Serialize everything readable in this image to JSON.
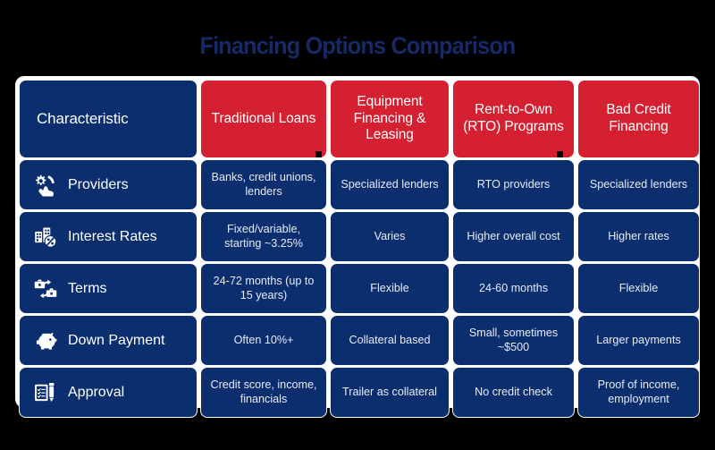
{
  "title": "Financing Options Comparison",
  "colors": {
    "page_background": "#000000",
    "card_background": "#ffffff",
    "navy": "#0b2e6f",
    "red": "#d42030",
    "title_color": "#152a66",
    "text_light": "#e8ecf6"
  },
  "table": {
    "headers": [
      "Characteristic",
      "Traditional Loans",
      "Equipment Financing & Leasing",
      "Rent-to-Own (RTO) Programs",
      "Bad Credit Financing"
    ],
    "rows": [
      {
        "icon": "gear-hand-icon",
        "label": "Providers",
        "values": [
          "Banks, credit unions, lenders",
          "Specialized lenders",
          "RTO providers",
          "Specialized lenders"
        ]
      },
      {
        "icon": "buildings-percent-icon",
        "label": "Interest Rates",
        "values": [
          "Fixed/variable, starting ~3.25%",
          "Varies",
          "Higher overall cost",
          "Higher rates"
        ]
      },
      {
        "icon": "briefcase-exchange-icon",
        "label": "Terms",
        "values": [
          "24-72 months (up to 15 years)",
          "Flexible",
          "24-60 months",
          "Flexible"
        ]
      },
      {
        "icon": "piggy-bank-icon",
        "label": "Down Payment",
        "values": [
          "Often 10%+",
          "Collateral based",
          "Small, sometimes ~$500",
          "Larger payments"
        ]
      },
      {
        "icon": "clipboard-pen-icon",
        "label": "Approval",
        "values": [
          "Credit score, income, financials",
          "Trailer as collateral",
          "No credit check",
          "Proof of income, employment"
        ]
      }
    ]
  }
}
